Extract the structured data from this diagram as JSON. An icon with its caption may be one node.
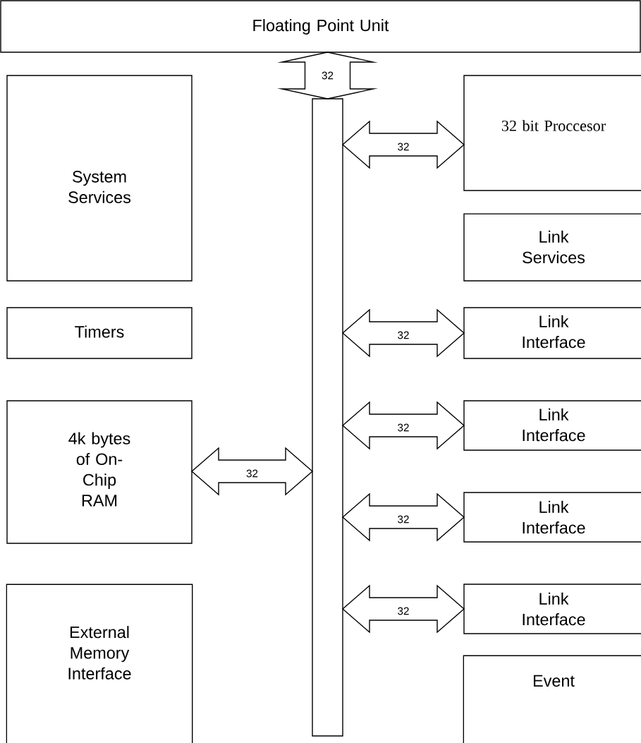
{
  "diagram": {
    "nodes": [
      {
        "text": [
          "Floating Point Unit"
        ]
      },
      {
        "text": [],
        "shape": "bar"
      },
      {
        "text": [
          "System Services"
        ]
      },
      {
        "text": [
          "Timers"
        ]
      },
      {
        "text": [
          "4k bytes of On-Chip RAM"
        ]
      },
      {
        "text": [
          "External Memory Interface"
        ]
      },
      {
        "text": [
          "32 bit Proccesor"
        ]
      },
      {
        "text": [
          "Link Services"
        ]
      },
      {
        "text": [
          "Link Interface"
        ]
      },
      {
        "text": [
          "Link Interface"
        ]
      },
      {
        "text": [
          "Link Interface"
        ]
      },
      {
        "text": [
          "Link Interface"
        ]
      },
      {
        "text": [
          "Event"
        ]
      }
    ],
    "edges": [
      {
        "from": 0,
        "to": 1,
        "arrow": "both",
        "label": "32"
      },
      {
        "from": 1,
        "to": 6,
        "arrow": "both",
        "label": "32"
      },
      {
        "from": 1,
        "to": 8,
        "arrow": "both",
        "label": "32"
      },
      {
        "from": 4,
        "to": 1,
        "arrow": "both",
        "label": "32"
      },
      {
        "from": 1,
        "to": 9,
        "arrow": "both",
        "label": "32"
      },
      {
        "from": 1,
        "to": 10,
        "arrow": "both",
        "label": "32"
      },
      {
        "from": 1,
        "to": 11,
        "arrow": "both",
        "label": "32"
      }
    ]
  }
}
